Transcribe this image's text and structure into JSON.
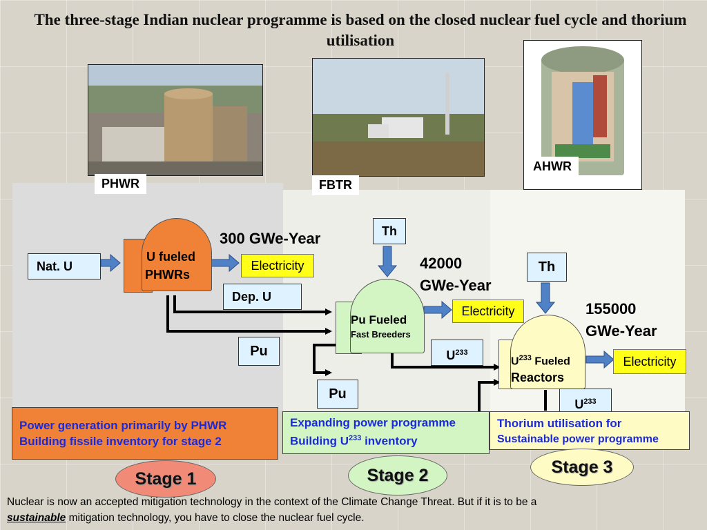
{
  "title": "The three-stage Indian nuclear programme is based on the closed nuclear fuel cycle and thorium utilisation",
  "photos": {
    "phwr": "PHWR",
    "fbtr": "FBTR",
    "ahwr": "AHWR"
  },
  "stage1": {
    "input": "Nat. U",
    "reactor_line1": "U fueled",
    "reactor_line2": "PHWRs",
    "output": "Electricity",
    "energy": "300 GWe-Year",
    "depleted": "Dep. U",
    "plutonium": "Pu",
    "info_line1": "Power generation primarily by PHWR",
    "info_line2": "Building fissile inventory for stage 2",
    "label": "Stage 1"
  },
  "stage2": {
    "thorium": "Th",
    "reactor_line1": "Pu Fueled",
    "reactor_line2": "Fast Breeders",
    "output": "Electricity",
    "energy_line1": "42000",
    "energy_line2": "GWe-Year",
    "u_base": "U",
    "u_sup": "233",
    "plutonium": "Pu",
    "info_line1": "Expanding power programme",
    "info_line2a": "Building U",
    "info_sup": "233",
    "info_line2b": " inventory",
    "label": "Stage 2"
  },
  "stage3": {
    "thorium": "Th",
    "reactor_u": "U",
    "reactor_sup": "233",
    "reactor_line1_rest": " Fueled",
    "reactor_line2": "Reactors",
    "output": "Electricity",
    "energy_line1": "155000",
    "energy_line2": "GWe-Year",
    "u_base": "U",
    "u_sup": "233",
    "info_line1": "Thorium utilisation for",
    "info_line2": "Sustainable power programme",
    "label": "Stage 3"
  },
  "footer": {
    "line1": "Nuclear is now an accepted mitigation technology in the context of the Climate Change Threat. But if it is to be a",
    "emph": "sustainable",
    "line2_rest": " mitigation technology, you have to close the nuclear fuel cycle."
  },
  "colors": {
    "stage1_fill": "#f08238",
    "stage2_fill": "#d3f5c4",
    "stage3_fill": "#fffbc4",
    "info_text": "#1a2adb",
    "arrow_blue": "#4f81c7"
  }
}
